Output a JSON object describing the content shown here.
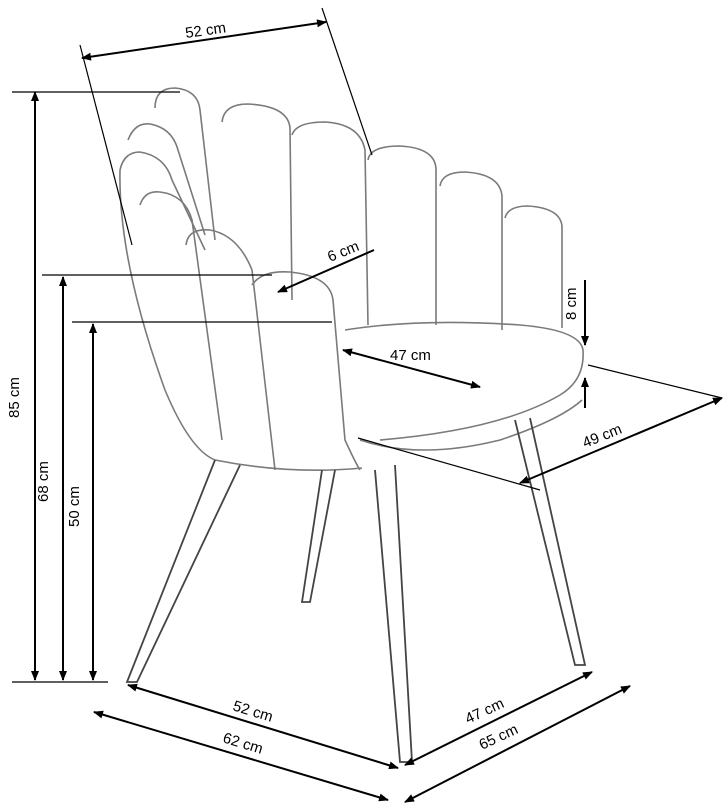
{
  "title": "Chair dimensions diagram",
  "dimensions": {
    "top_width": "52 cm",
    "total_height": "85 cm",
    "armrest_height": "68 cm",
    "seat_height": "50 cm",
    "armrest_width": "6 cm",
    "seat_thickness": "8 cm",
    "seat_width": "47 cm",
    "seat_depth": "49 cm",
    "base_width": "52 cm",
    "overall_width": "62 cm",
    "base_depth": "47 cm",
    "overall_depth": "65 cm"
  },
  "colors": {
    "line": "#000000",
    "sketch": "#7a7a7a"
  }
}
